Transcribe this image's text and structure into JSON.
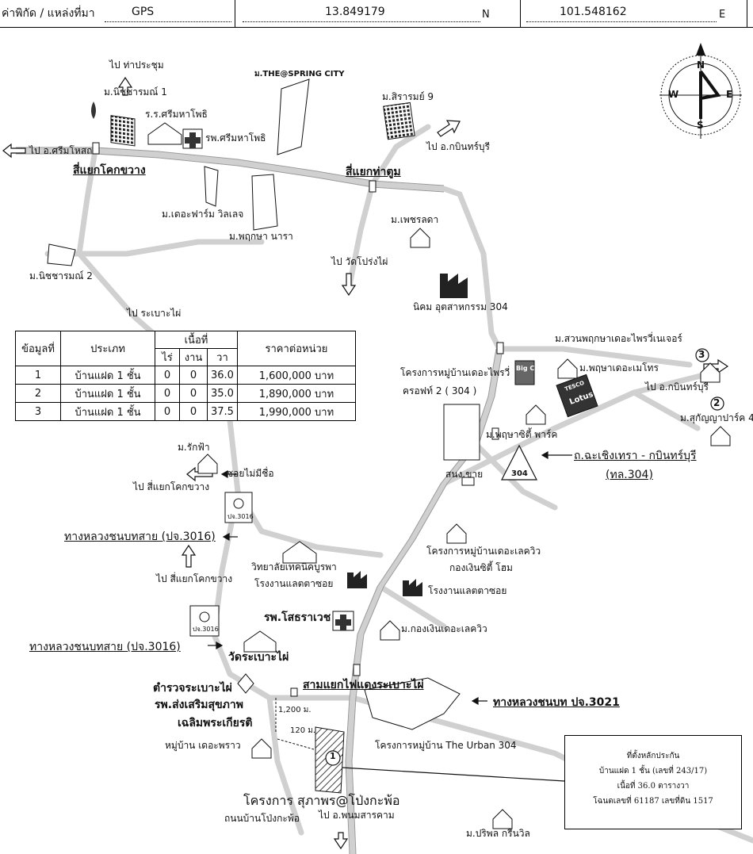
{
  "header": {
    "coord_label": "ค่าพิกัด / แหล่งที่มา",
    "source": "GPS",
    "latitude": "13.849179",
    "lat_suffix": "N",
    "longitude": "101.548162",
    "lon_suffix": "E"
  },
  "compass": {
    "n": "N",
    "s": "S",
    "e": "E",
    "w": "W"
  },
  "labels": {
    "to_tha_prachum": "ไป ท่าประชุม",
    "m_nichcharm_1": "ม.นิชชารมณ์ 1",
    "school_srimahaphot": "ร.ร.ศรีมหาโพธิ",
    "hospital_srimahaphot": "รพ.ศรีมหาโพธิ",
    "to_srimahosot": "ไป อ.ศรีมโหสถ",
    "junction_khok_khwang": "สี่แยกโคกขวาง",
    "m_spring_city": "ม.THE@SPRING CITY",
    "m_the_farm": "ม.เดอะฟาร์ม วิลเลจ",
    "m_phruksa_nara": "ม.พฤกษา นารา",
    "m_siraram_9": "ม.สิรารมย์ 9",
    "to_kabinburi_top": "ไป อ.กบินทร์บุรี",
    "junction_tha_tum": "สี่แยกท่าตูม",
    "m_phetchrada": "ม.เพชรลดา",
    "to_wat_prong_phai": "ไป วัดโปร่งไผ่",
    "m_nichcharm_2": "ม.นิชชารมณ์ 2",
    "industrial_304": "นิคม อุตสาหกรรม 304",
    "to_ra_bao_phai": "ไป ระเบาะไผ่",
    "m_suan_phruksa": "ม.สวนพฤกษาเดอะไพรวี่เนเจอร์",
    "m_phruksa_metro": "ม.พฤษาเดอะเมโทร",
    "project_the_privy": "โครงการหมู่บ้านเดอะไพรวี่",
    "project_the_privy_2": "ครอฟท์ 2 ( 304 )",
    "to_kabinburi_right": "ไป อ.กบินทร์บุรี",
    "m_sukanya_park": "ม.สุกัญญาปาร์ค 4",
    "m_phruksa_city_park": "ม.พฤษาซิตี้ พาร์ค",
    "m_rakfa": "ม.รักฟ้า",
    "soi_no_name": "ซอยไม่มีชื่อ",
    "to_khok_khwang_1": "ไป สี่แยกโคกขวาง",
    "road_3016_a": "ทางหลวงชนบทสาย (ปจ.3016)",
    "sign_3016": "ปจ.3016",
    "snong_khai": "สนง.ขาย",
    "road_304_name": "ถ.ฉะเชิงเทรา - กบินทร์บุรี",
    "road_304_code": "(ทล.304)",
    "road_304_shield": "304",
    "project_the_lake_view": "โครงการหมู่บ้านเดอะเลควิว",
    "fund_city_home": "กองเงินซิตี้ โฮม",
    "college_kubpha": "วิทยาลัยเทคนิคบูรพา",
    "factory_1": "โรงงานแลตตาซอย",
    "factory_2": "โรงงานแลตตาซอย",
    "to_khok_khwang_2": "ไป สี่แยกโคกขวาง",
    "hospital_sothorn": "รพ.โสธราเวช",
    "m_fund_lake_view": "ม.กองเงินเดอะเลควิว",
    "road_3016_b": "ทางหลวงชนบทสาย (ปจ.3016)",
    "wat_ra_bao_phai": "วัดระเบาะไผ่",
    "police_ra_bao_phai": "ตำรวจระเบาะไผ่",
    "health_center_1": "รพ.ส่งเสริมสุขภาพ",
    "health_center_2": "เฉลิมพระเกียรติ",
    "junction_traffic": "สามแยกไฟแดงระเบาะไผ่",
    "road_3021": "ทางหลวงชนบท ปจ.3021",
    "dist_1200": "1,200 ม.",
    "dist_120": "120 ม.",
    "village_the_prao": "หมู่บ้าน เดอะพราว",
    "project_urban_304": "โครงการหมู่บ้าน The Urban 304",
    "project_main": "โครงการ สุภาพร@โป่งกะพ้อ",
    "road_pong_ka_pho": "ถนนบ้านโป่งกะพ้อ",
    "to_phanom_sarakham": "ไป อ.พนมสารคาม",
    "m_priphon_green_ville": "ม.ปริพล กรีนวิล",
    "marker_1": "1",
    "marker_2": "2",
    "marker_3": "3"
  },
  "price_table": {
    "headers": {
      "no": "ข้อมูลที่",
      "type": "ประเภท",
      "area": "เนื้อที่",
      "rai": "ไร่",
      "ngan": "งาน",
      "wa": "วา",
      "price": "ราคาต่อหน่วย"
    },
    "rows": [
      {
        "no": "1",
        "type": "บ้านแฝด 1 ชั้น",
        "rai": "0",
        "ngan": "0",
        "wa": "36.0",
        "price": "1,600,000 บาท"
      },
      {
        "no": "2",
        "type": "บ้านแฝด 1 ชั้น",
        "rai": "0",
        "ngan": "0",
        "wa": "35.0",
        "price": "1,890,000 บาท"
      },
      {
        "no": "3",
        "type": "บ้านแฝด 1 ชั้น",
        "rai": "0",
        "ngan": "0",
        "wa": "37.5",
        "price": "1,990,000 บาท"
      }
    ]
  },
  "collateral_box": {
    "line1": "ที่ตั้งหลักประกัน",
    "line2": "บ้านแฝด 1 ชั้น (เลขที่ 243/17)",
    "line3": "เนื้อที่ 36.0 ตารางวา",
    "line4": "โฉนดเลขที่ 61187 เลขที่ดิน 1517"
  },
  "logos": {
    "big_c": "Big C",
    "tesco": "TESCO",
    "lotus": "Lotus"
  },
  "colors": {
    "road": "#d4d4d4",
    "ink": "#111111",
    "hatch": "#666666"
  }
}
